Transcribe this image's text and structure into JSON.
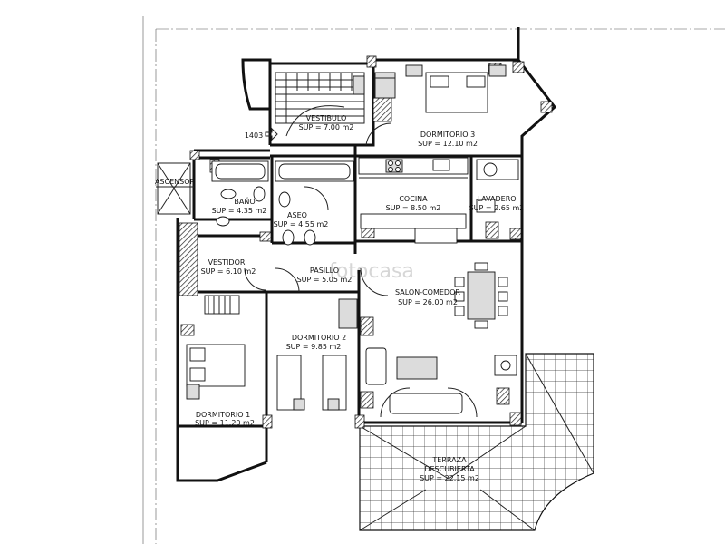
{
  "plan": {
    "watermark": "fotocasa",
    "unit_marker": "1403",
    "rooms": [
      {
        "id": "vestibulo",
        "name": "VESTIBULO",
        "area": "SUP = 7.00 m2"
      },
      {
        "id": "dormitorio-3",
        "name": "DORMITORIO 3",
        "area": "SUP = 12.10 m2"
      },
      {
        "id": "bano",
        "name": "BAÑO",
        "area": "SUP = 4.35 m2"
      },
      {
        "id": "aseo",
        "name": "ASEO",
        "area": "SUP = 4.55 m2"
      },
      {
        "id": "cocina",
        "name": "COCINA",
        "area": "SUP = 8.50 m2"
      },
      {
        "id": "lavadero",
        "name": "LAVADERO",
        "area": "SUP = 2.65 m2"
      },
      {
        "id": "vestidor",
        "name": "VESTIDOR",
        "area": "SUP = 6.10 m2"
      },
      {
        "id": "pasillo",
        "name": "PASILLO",
        "area": "SUP = 5.05 m2"
      },
      {
        "id": "salon-comedor",
        "name": "SALON-COMEDOR",
        "area": "SUP = 26.00 m2"
      },
      {
        "id": "dormitorio-2",
        "name": "DORMITORIO 2",
        "area": "SUP = 9.85 m2"
      },
      {
        "id": "dormitorio-1",
        "name": "DORMITORIO 1",
        "area": "SUP = 11.20 m2"
      },
      {
        "id": "terraza",
        "name": "TERRAZA",
        "name2": "DESCUBIERTA",
        "area": "SUP = 22.15 m2"
      }
    ],
    "other_labels": {
      "ascensor": "ASCENSOR"
    }
  }
}
